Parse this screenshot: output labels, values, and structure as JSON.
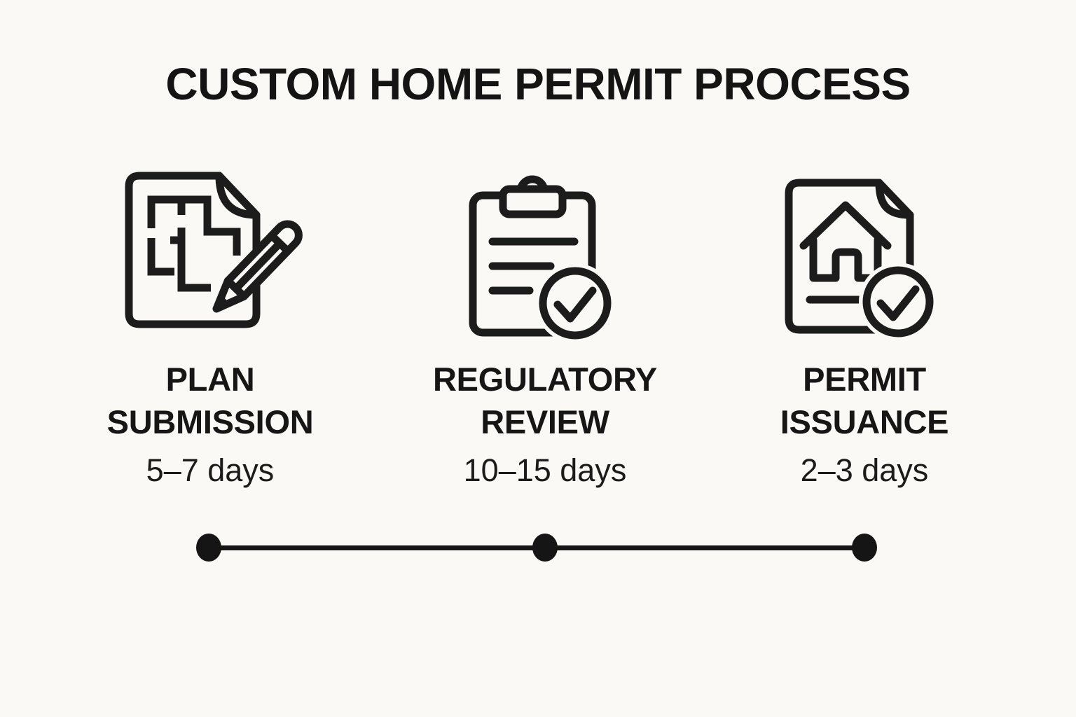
{
  "colors": {
    "background": "#fbf9f6",
    "ink": "#1c1c1c",
    "text": "#161616"
  },
  "title": "CUSTOM HOME PERMIT PROCESS",
  "steps": [
    {
      "icon": "floor-plan-pencil-icon",
      "name_line1": "PLAN",
      "name_line2": "SUBMISSION",
      "duration": "5–7 days"
    },
    {
      "icon": "clipboard-check-icon",
      "name_line1": "REGULATORY",
      "name_line2": "REVIEW",
      "duration": "10–15 days"
    },
    {
      "icon": "house-document-check-icon",
      "name_line1": "PERMIT",
      "name_line2": "ISSUANCE",
      "duration": "2–3 days"
    }
  ],
  "timeline": {
    "nodes": 3
  }
}
